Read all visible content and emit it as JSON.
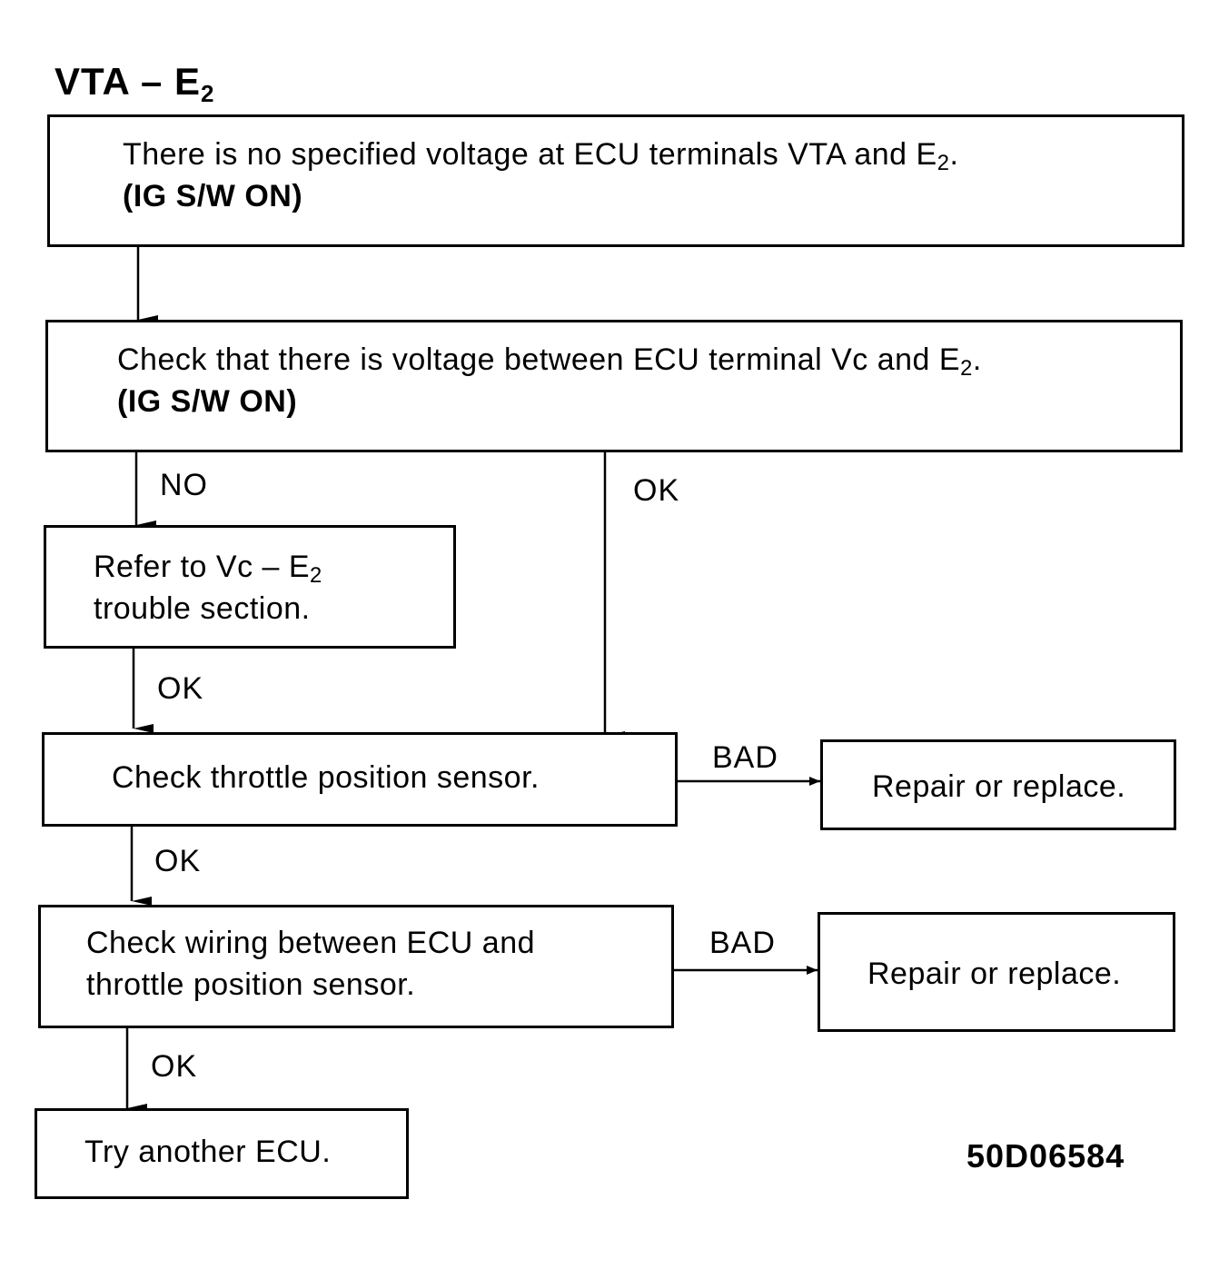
{
  "title": {
    "main": "VTA – E",
    "sub": "2"
  },
  "boxes": {
    "b1": {
      "line1": "There is no specified voltage at ECU terminals VTA and E",
      "line1_sub": "2",
      "line1_end": ".",
      "line2": "(IG S/W ON)"
    },
    "b2": {
      "line1": "Check that there is voltage between ECU terminal Vc and E",
      "line1_sub": "2",
      "line1_end": ".",
      "line2": "(IG S/W ON)"
    },
    "b3": {
      "line1": "Refer to Vc – E",
      "line1_sub": "2",
      "line2": "trouble section."
    },
    "b4": {
      "line1": "Check throttle position sensor."
    },
    "b5": {
      "line1": "Repair or replace."
    },
    "b6": {
      "line1": "Check wiring between ECU and",
      "line2": "throttle position sensor."
    },
    "b7": {
      "line1": "Repair or replace."
    },
    "b8": {
      "line1": "Try another ECU."
    }
  },
  "labels": {
    "no": "NO",
    "ok_right": "OK",
    "ok_1": "OK",
    "ok_2": "OK",
    "ok_3": "OK",
    "bad_1": "BAD",
    "bad_2": "BAD"
  },
  "figure_code": "50D06584"
}
